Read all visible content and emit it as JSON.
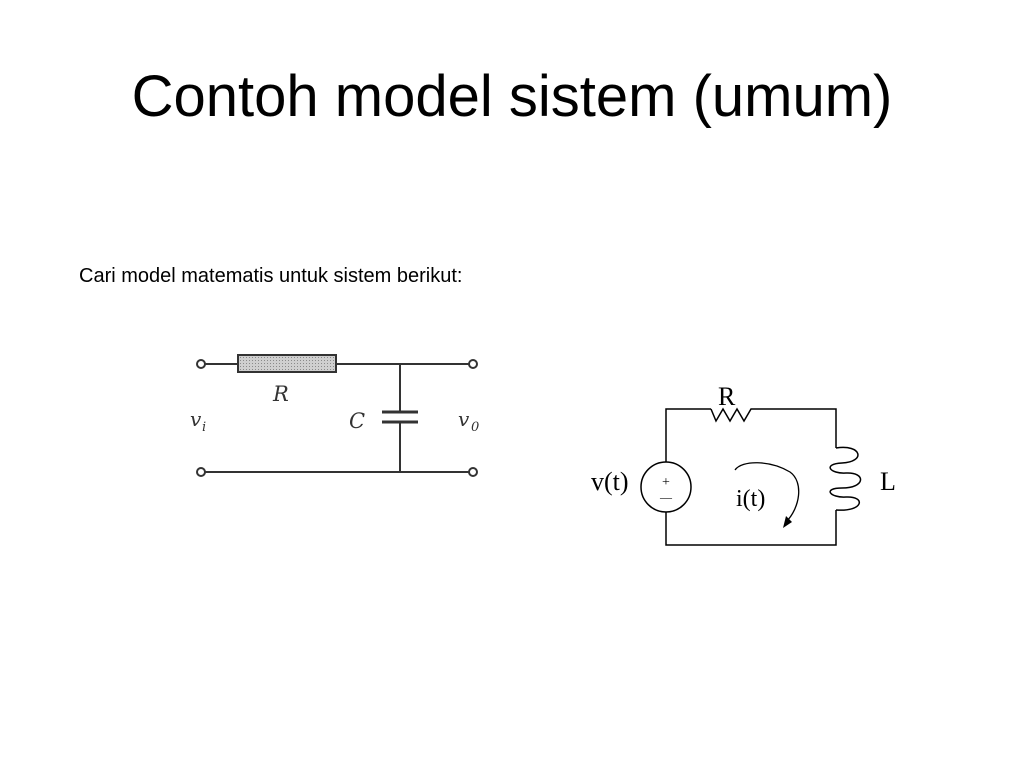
{
  "slide": {
    "title": "Contoh model sistem (umum)",
    "instruction": "Cari model matematis untuk sistem berikut:"
  },
  "rc_circuit": {
    "resistor_label": "R",
    "capacitor_label": "C",
    "input_label": "v",
    "input_subscript": "i",
    "output_label": "v",
    "output_subscript": "0"
  },
  "rl_circuit": {
    "resistor_label": "R",
    "inductor_label": "L",
    "source_label": "v(t)",
    "current_label": "i(t)",
    "plus_sign": "+",
    "minus_sign": "—"
  }
}
